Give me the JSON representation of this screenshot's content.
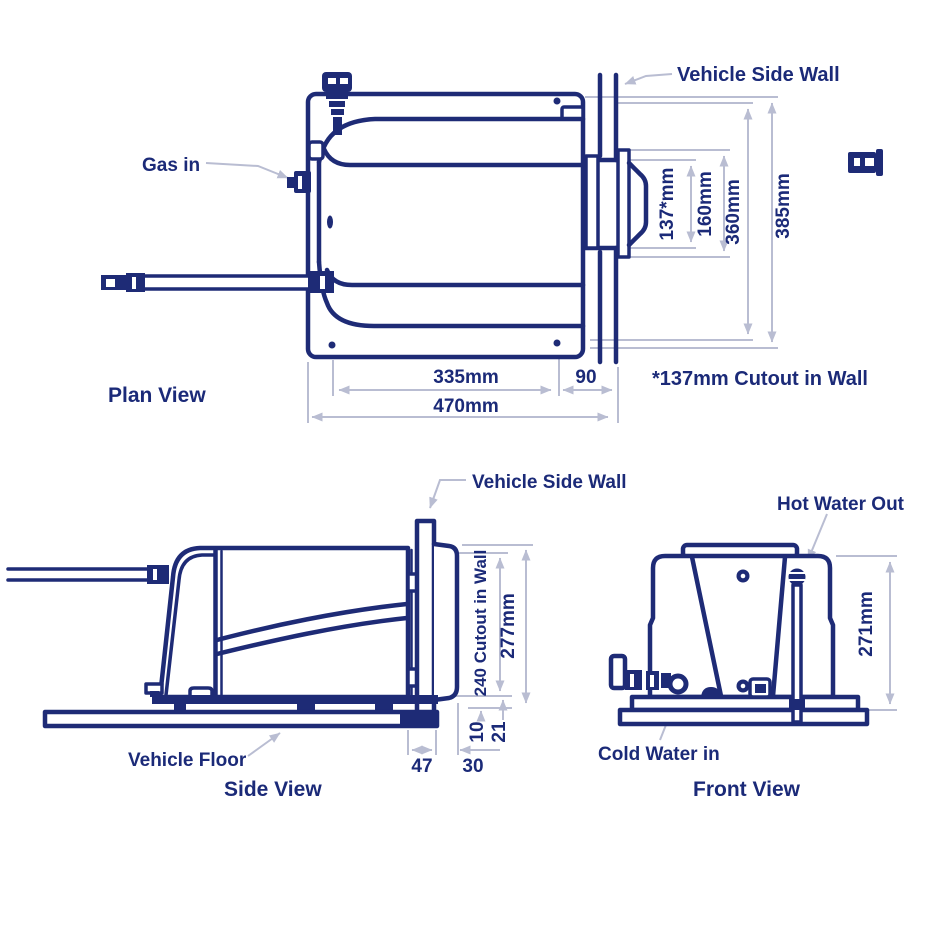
{
  "colors": {
    "line": "#1e2b76",
    "text": "#1b2a78",
    "dimension": "#b9bdd2",
    "background": "#ffffff"
  },
  "plan_view": {
    "title": "Plan View",
    "labels": {
      "gas_in": "Gas in",
      "vehicle_side_wall": "Vehicle Side Wall",
      "cutout_note": "*137mm Cutout in Wall"
    },
    "dimensions": {
      "cutout_width": "137*mm",
      "flange_width": "160mm",
      "body_width": "360mm",
      "overall_width": "385mm",
      "body_depth": "335mm",
      "wall_offset": "90",
      "overall_depth": "470mm"
    }
  },
  "side_view": {
    "title": "Side View",
    "labels": {
      "vehicle_side_wall": "Vehicle Side Wall",
      "vehicle_floor": "Vehicle Floor"
    },
    "dimensions": {
      "wall_cutout": "240 Cutout in Wall",
      "overall_height": "277mm",
      "floor_gap": "10",
      "base_gap": "21",
      "rear_offset": "47",
      "cowl_offset": "30"
    }
  },
  "front_view": {
    "title": "Front View",
    "labels": {
      "hot_water_out": "Hot Water Out",
      "cold_water_in": "Cold Water in"
    },
    "dimensions": {
      "overall_height": "271mm"
    }
  }
}
